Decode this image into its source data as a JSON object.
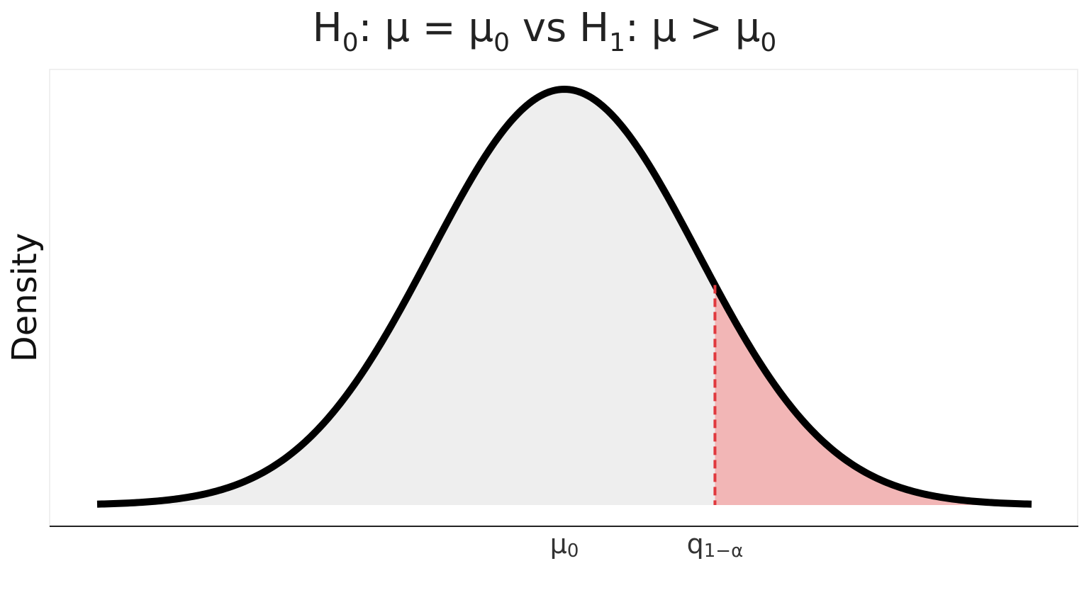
{
  "chart_data": {
    "type": "area",
    "title": {
      "h": "H",
      "h0_sub": "0",
      "null_text": ": μ = μ",
      "mu0_sub": "0",
      "vs": " vs ",
      "h1_sub": "1",
      "alt_text": ": μ > μ",
      "mu0_sub2": "0"
    },
    "title_text": "H0: μ = μ0 vs H1: μ > μ0",
    "ylabel": "Density",
    "xlabel": "",
    "curve": {
      "distribution": "normal",
      "mean": 0,
      "sd": 1,
      "xlim": [
        -3.5,
        3.5
      ]
    },
    "ticks": [
      {
        "x": 0,
        "base": "μ",
        "sub": "0"
      },
      {
        "x": 1.1282,
        "base": "q",
        "sub": "1−α"
      }
    ],
    "critical_value": 1.1282,
    "grid": false,
    "legend": "none",
    "colors": {
      "curve": "#000000",
      "acceptance_fill": "#eeeeee",
      "rejection_fill": "#f2b6b6",
      "critical_line": "#e0393e",
      "panel_border": "#ebebeb",
      "axis": "#222222"
    }
  }
}
